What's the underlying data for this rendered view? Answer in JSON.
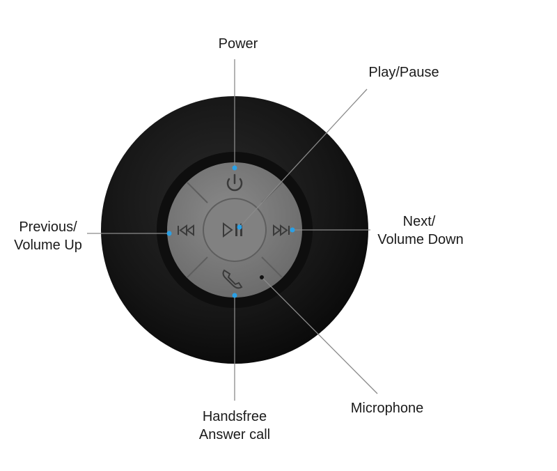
{
  "labels": {
    "power": "Power",
    "play_pause": "Play/Pause",
    "previous_line1": "Previous/",
    "previous_line2": "Volume Up",
    "next_line1": "Next/",
    "next_line2": "Volume Down",
    "handsfree_line1": "Handsfree",
    "handsfree_line2": "Answer call",
    "microphone": "Microphone"
  },
  "colors": {
    "speaker_body": "#181818",
    "button_panel": "#7a7a7a",
    "indicator_dot": "#2aa0e6",
    "leader_line": "#8a8a8a"
  },
  "icons": {
    "power": "power-icon",
    "play_pause": "play-pause-icon",
    "previous": "previous-track-icon",
    "next": "next-track-icon",
    "phone": "phone-icon",
    "microphone": "microphone-hole"
  }
}
